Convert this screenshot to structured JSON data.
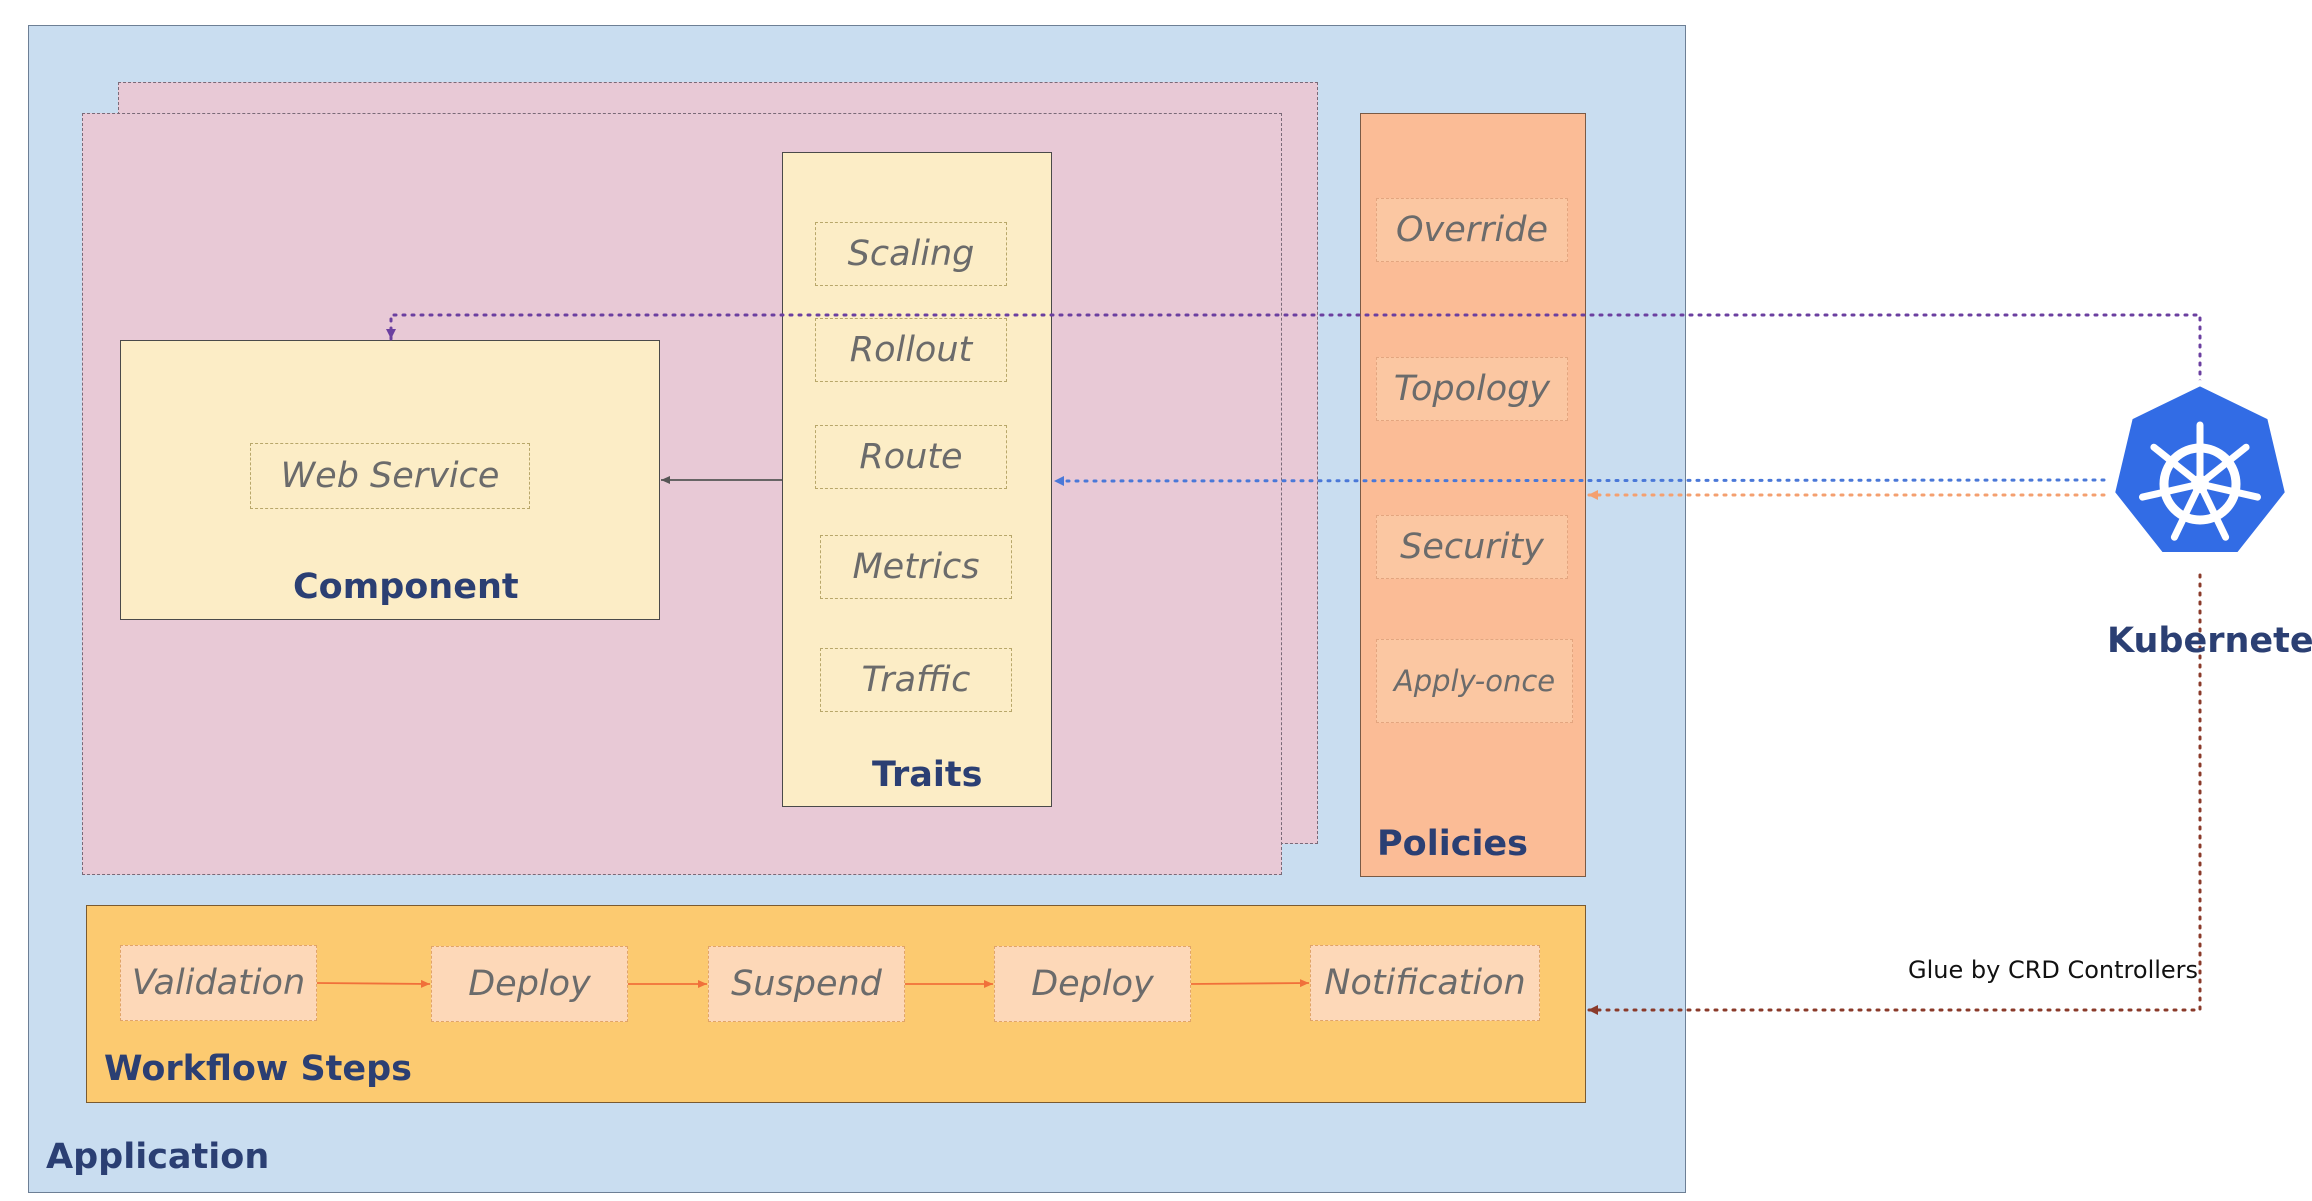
{
  "application": {
    "title": "Application"
  },
  "component": {
    "title": "Component",
    "item": "Web Service"
  },
  "traits": {
    "title": "Traits",
    "items": [
      "Scaling",
      "Rollout",
      "Route",
      "Metrics",
      "Traffic"
    ]
  },
  "policies": {
    "title": "Policies",
    "items": [
      "Override",
      "Topology",
      "Security",
      "Apply-once"
    ]
  },
  "workflow": {
    "title": "Workflow Steps",
    "steps": [
      "Validation",
      "Deploy",
      "Suspend",
      "Deploy",
      "Notification"
    ]
  },
  "kubernetes": {
    "title": "Kubernetes",
    "icon": "kubernetes-helm-icon",
    "color": "#326ce5"
  },
  "glue_label": "Glue by CRD Controllers",
  "colors": {
    "application_bg": "#c9ddf0",
    "component_layer_bg": "#e8c9d6",
    "component_bg": "#fcedc6",
    "policies_bg": "#fbbc96",
    "workflow_bg": "#fcca70",
    "title_text": "#2b3f73"
  }
}
